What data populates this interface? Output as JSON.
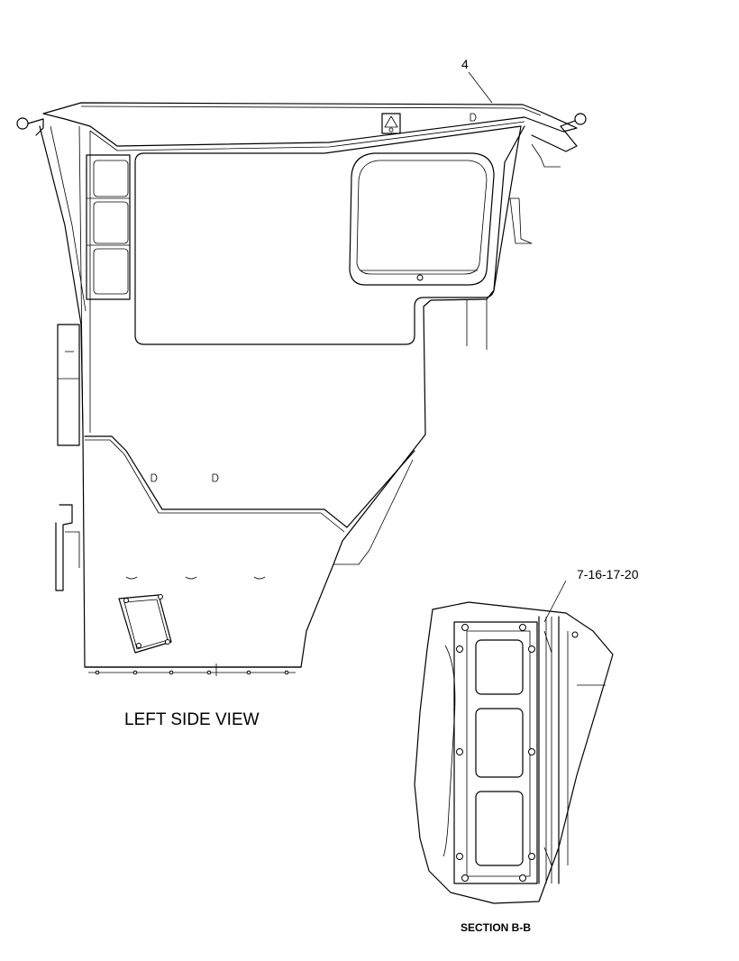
{
  "callouts": {
    "top": "4",
    "section": "7-16-17-20"
  },
  "titles": {
    "left_side_view": "LEFT SIDE VIEW",
    "section": "SECTION B-B"
  }
}
